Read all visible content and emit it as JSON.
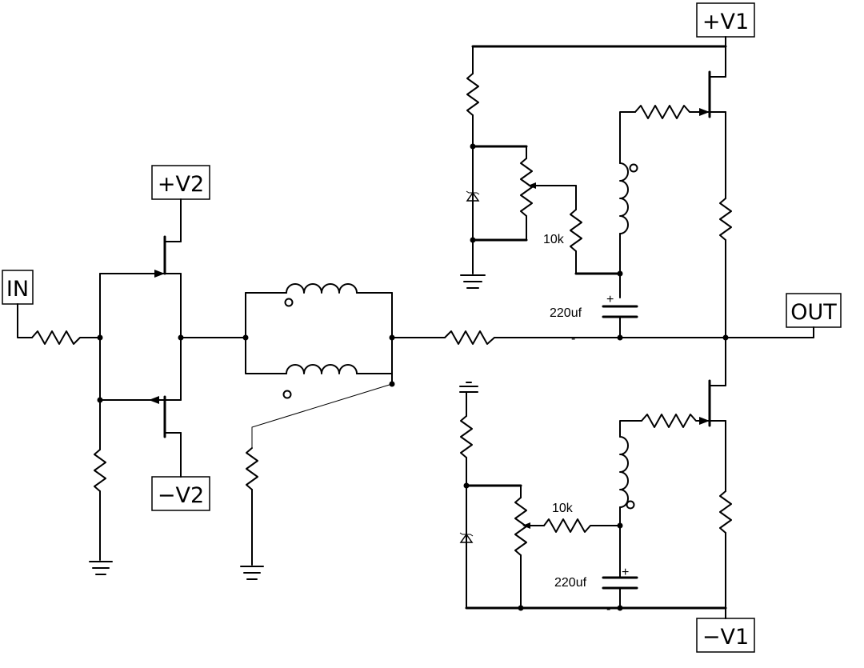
{
  "labels": {
    "input": "IN",
    "output": "OUT",
    "pos_v1": "+V1",
    "neg_v1": "−V1",
    "pos_v2": "+V2",
    "neg_v2": "−V2"
  },
  "components": {
    "top_resistor_value": "10k",
    "bottom_resistor_value": "10k",
    "top_capacitor_value": "220uf",
    "bottom_capacitor_value": "220uf",
    "polarity_plus": "+",
    "polarity_minus": "-"
  }
}
